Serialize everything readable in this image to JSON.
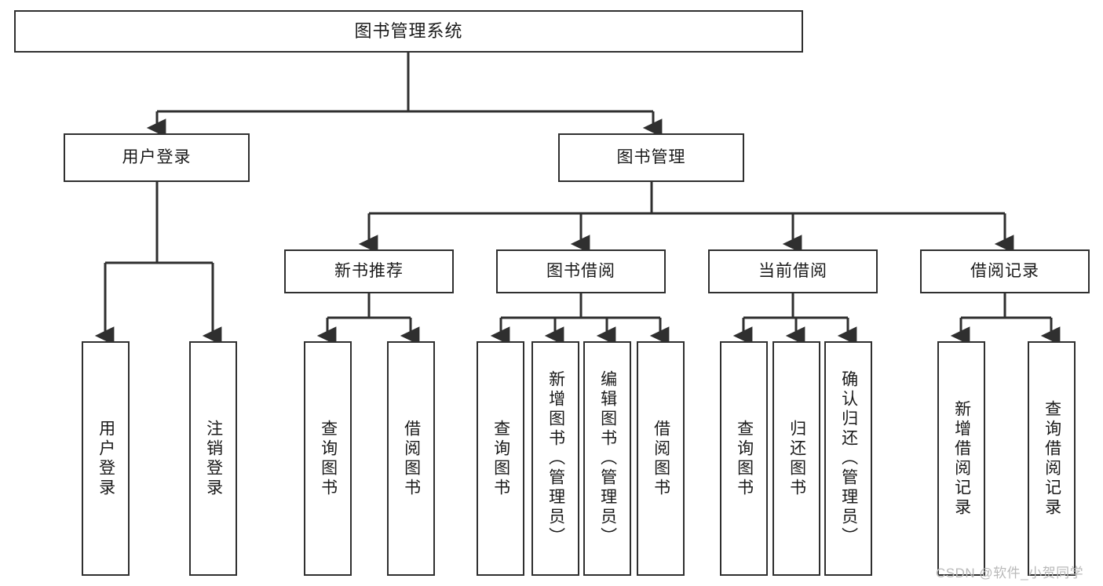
{
  "diagram": {
    "title": "图书管理系统",
    "type": "tree-hierarchy",
    "nodes": {
      "root": {
        "label": "图书管理系统"
      },
      "level2": {
        "user_login": "用户登录",
        "book_manage": "图书管理"
      },
      "level3": {
        "new_book_rec": "新书推荐",
        "book_borrow": "图书借阅",
        "current_borrow": "当前借阅",
        "borrow_record": "借阅记录"
      },
      "leaves": {
        "user_login_1": "用户登录",
        "user_login_2": "注销登录",
        "new_book_rec_1": "查询图书",
        "new_book_rec_2": "借阅图书",
        "book_borrow_1": "查询图书",
        "book_borrow_2": "新增图书（管理员）",
        "book_borrow_3": "编辑图书（管理员）",
        "book_borrow_4": "借阅图书",
        "current_borrow_1": "查询图书",
        "current_borrow_2": "归还图书",
        "current_borrow_3": "确认归还（管理员）",
        "borrow_record_1": "新增借阅记录",
        "borrow_record_2": "查询借阅记录"
      }
    },
    "watermark": "CSDN @软件_小贺同学",
    "colors": {
      "border": "#2f2f2f",
      "background": "#ffffff",
      "text": "#1a1a1a",
      "watermark": "#b9b9b9"
    }
  }
}
